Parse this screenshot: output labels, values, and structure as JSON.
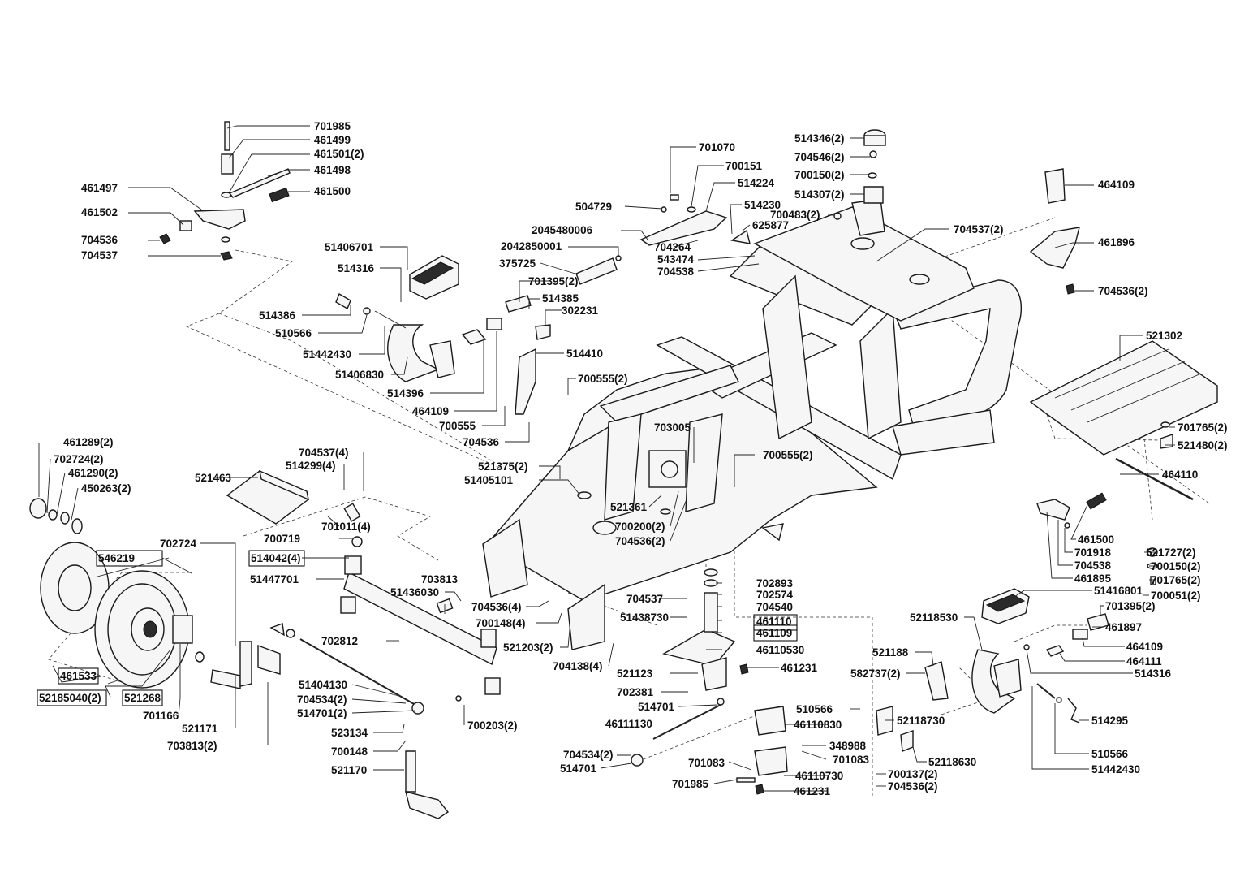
{
  "labels": {
    "l701985a": "701985",
    "l461499": "461499",
    "l461501": "461501(2)",
    "l461498": "461498",
    "l461500a": "461500",
    "l461497": "461497",
    "l461502": "461502",
    "l704536a": "704536",
    "l704537a": "704537",
    "l701070": "701070",
    "l700151": "700151",
    "l514224": "514224",
    "l514230": "514230",
    "l625877": "625877",
    "l504729": "504729",
    "l2045480006": "2045480006",
    "l2042850001": "2042850001",
    "l375725": "375725",
    "l704264": "704264",
    "l543474": "543474",
    "l704538a": "704538",
    "l514346": "514346(2)",
    "l704546": "704546(2)",
    "l700150a": "700150(2)",
    "l514307": "514307(2)",
    "l700483": "700483(2)",
    "l704537b": "704537(2)",
    "l464109a": "464109",
    "l461896": "461896",
    "l704536b": "704536(2)",
    "l51406701": "51406701",
    "l514316a": "514316",
    "l514386": "514386",
    "l510566a": "510566",
    "l51442430a": "51442430",
    "l51406830": "51406830",
    "l514396": "514396",
    "l464109b": "464109",
    "l700555a": "700555",
    "l704536c": "704536",
    "l701395a": "701395(2)",
    "l514385": "514385",
    "l302231": "302231",
    "l514410": "514410",
    "l700555b": "700555(2)",
    "l703005": "703005",
    "l700555c": "700555(2)",
    "l521375": "521375(2)",
    "l51405101": "51405101",
    "l521361": "521361",
    "l700200": "700200(2)",
    "l704536d": "704536(2)",
    "l521302": "521302",
    "l701765a": "701765(2)",
    "l521480": "521480(2)",
    "l464110": "464110",
    "l461289": "461289(2)",
    "l702724a": "702724(2)",
    "l461290": "461290(2)",
    "l450263": "450263(2)",
    "l704537c": "704537(4)",
    "l514299": "514299(4)",
    "l521463": "521463",
    "l701011": "701011(4)",
    "l700719": "700719",
    "l702724b": "702724",
    "l546219": "546219",
    "l514042": "514042(4)",
    "l51447701": "51447701",
    "l703813a": "703813",
    "l51436030": "51436030",
    "l704536e": "704536(4)",
    "l700148a": "700148(4)",
    "l704537d": "704537",
    "l51438730": "51438730",
    "l702893": "702893",
    "l702574": "702574",
    "l704540": "704540",
    "l461110": "461110",
    "l461109": "461109",
    "l46110530": "46110530",
    "l521203": "521203(2)",
    "l704138": "704138(4)",
    "l702812": "702812",
    "l461533": "461533",
    "l52185040": "52185040(2)",
    "l521268": "521268",
    "l701166": "701166",
    "l521171": "521171",
    "l703813b": "703813(2)",
    "l51404130": "51404130",
    "l704534a": "704534(2)",
    "l514701a": "514701(2)",
    "l523134": "523134",
    "l700148b": "700148",
    "l521170": "521170",
    "l700203": "700203(2)",
    "l521123": "521123",
    "l461231a": "461231",
    "l702381": "702381",
    "l514701b": "514701",
    "l46111130": "46111130",
    "l704534b": "704534(2)",
    "l514701c": "514701",
    "l701083a": "701083",
    "l701985b": "701985",
    "l46110830": "46110830",
    "l348988": "348988",
    "l701083b": "701083",
    "l46110730": "46110730",
    "l461231b": "461231",
    "l510566b": "510566",
    "l52118730": "52118730",
    "l52118630": "52118630",
    "l700137": "700137(2)",
    "l704536f": "704536(2)",
    "l52118530": "52118530",
    "l521188": "521188",
    "l582737": "582737(2)",
    "l461500b": "461500",
    "l701918": "701918",
    "l704538b": "704538",
    "l461895": "461895",
    "l51416801": "51416801",
    "l701395b": "701395(2)",
    "l461897": "461897",
    "l464109c": "464109",
    "l464111": "464111",
    "l514316b": "514316",
    "l521727": "521727(2)",
    "l700150b": "700150(2)",
    "l701765b": "701765(2)",
    "l700051": "700051(2)",
    "l514295": "514295",
    "l510566c": "510566",
    "l51442430b": "51442430"
  },
  "colors": {
    "ink": "#111111",
    "paper": "#ffffff",
    "part_fill": "#f6f6f6"
  }
}
